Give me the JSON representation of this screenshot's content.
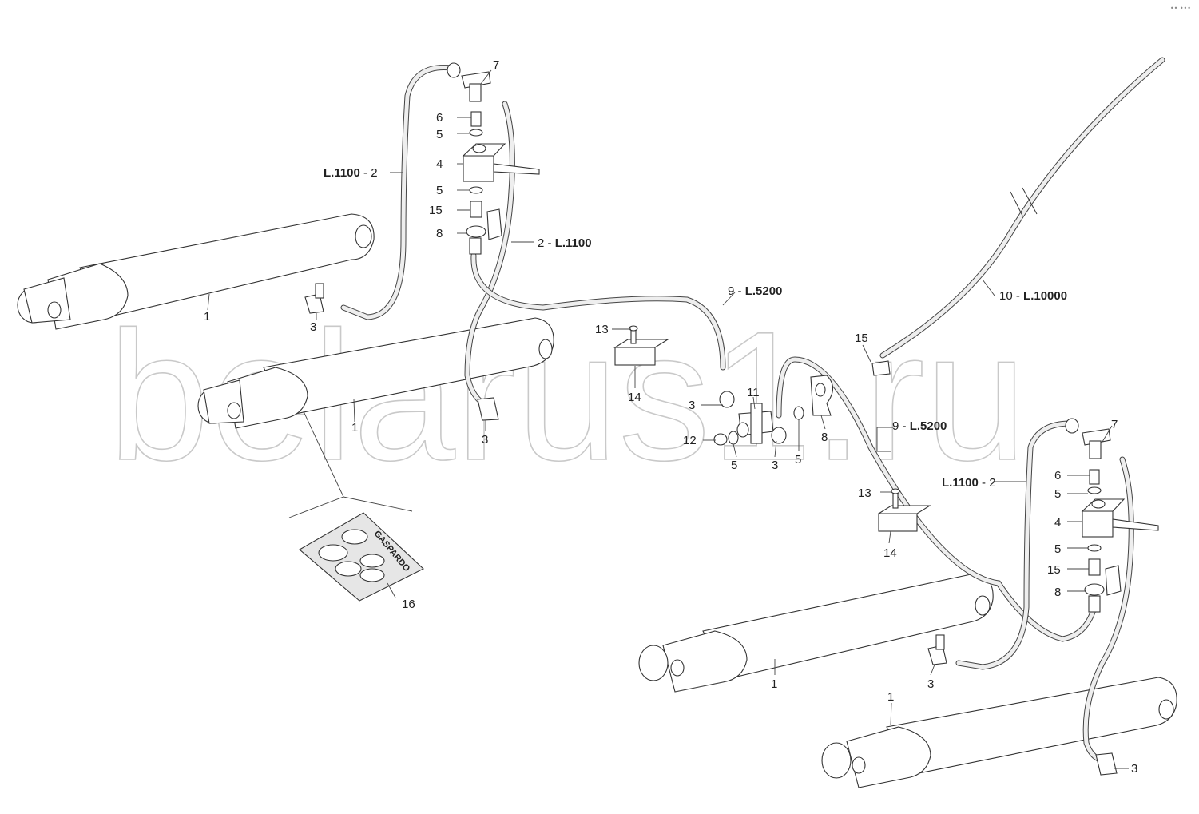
{
  "watermark": "belarus1.ru",
  "corner_mark": "•• •••",
  "kit": {
    "brand": "GASPARDO"
  },
  "labels": {
    "n1": "1",
    "n2": "2",
    "n3": "3",
    "n4": "4",
    "n5": "5",
    "n6": "6",
    "n7": "7",
    "n8": "8",
    "n9": "9",
    "n10": "10",
    "n11": "11",
    "n12": "12",
    "n13": "13",
    "n14": "14",
    "n15": "15",
    "n16": "16"
  },
  "hoses": {
    "l1100": "L.1100",
    "l5200": "L.5200",
    "l10000": "L.10000",
    "sep": " - "
  }
}
